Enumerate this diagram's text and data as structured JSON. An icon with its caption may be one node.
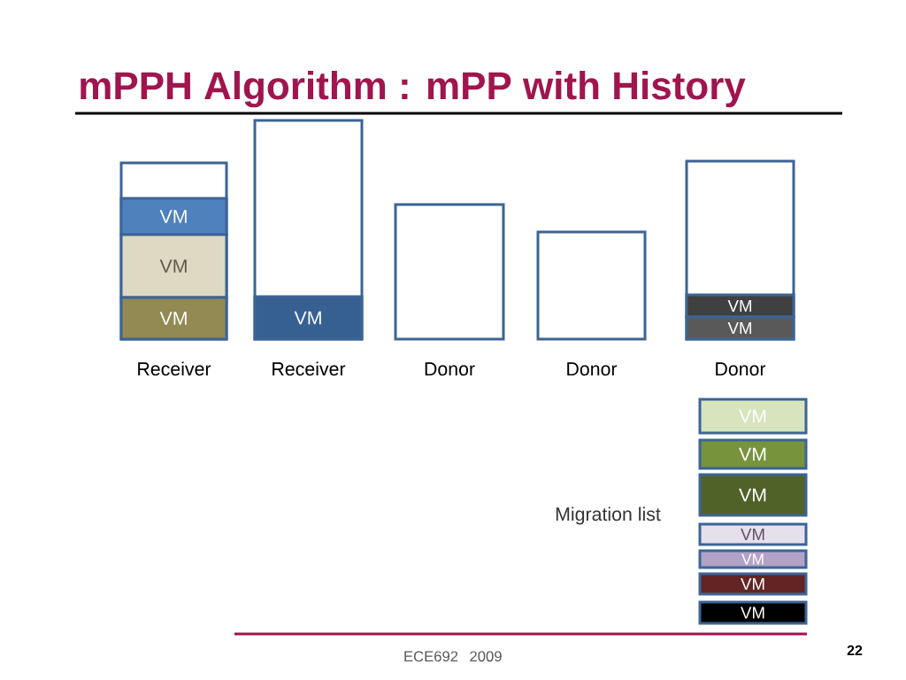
{
  "diagram": {
    "title": "mPPH Algorithm : mPP with History",
    "nodes": [
      {
        "text": [],
        "shape": "box",
        "beside": [
          "Receiver"
        ]
      },
      {
        "text": [
          "VM"
        ],
        "in": 0
      },
      {
        "text": [
          "VM"
        ],
        "in": 0
      },
      {
        "text": [
          "VM"
        ],
        "in": 0
      },
      {
        "text": [],
        "shape": "box",
        "beside": [
          "Receiver"
        ]
      },
      {
        "text": [
          "VM"
        ],
        "in": 4
      },
      {
        "text": [],
        "shape": "box",
        "beside": [
          "Donor"
        ]
      },
      {
        "text": [],
        "shape": "box",
        "beside": [
          "Donor"
        ]
      },
      {
        "text": [],
        "shape": "box",
        "beside": [
          "Donor"
        ]
      },
      {
        "text": [
          "VM"
        ],
        "in": 8
      },
      {
        "text": [
          "VM"
        ],
        "in": 8
      },
      {
        "text": [
          "VM"
        ]
      },
      {
        "text": [
          "VM"
        ]
      },
      {
        "text": [
          "VM"
        ]
      },
      {
        "text": [
          "VM"
        ]
      },
      {
        "text": [
          "VM"
        ]
      },
      {
        "text": [
          "VM"
        ]
      },
      {
        "text": [
          "VM"
        ]
      }
    ],
    "labels": [
      "Migration list",
      "ECE692",
      "2009",
      "22"
    ]
  }
}
